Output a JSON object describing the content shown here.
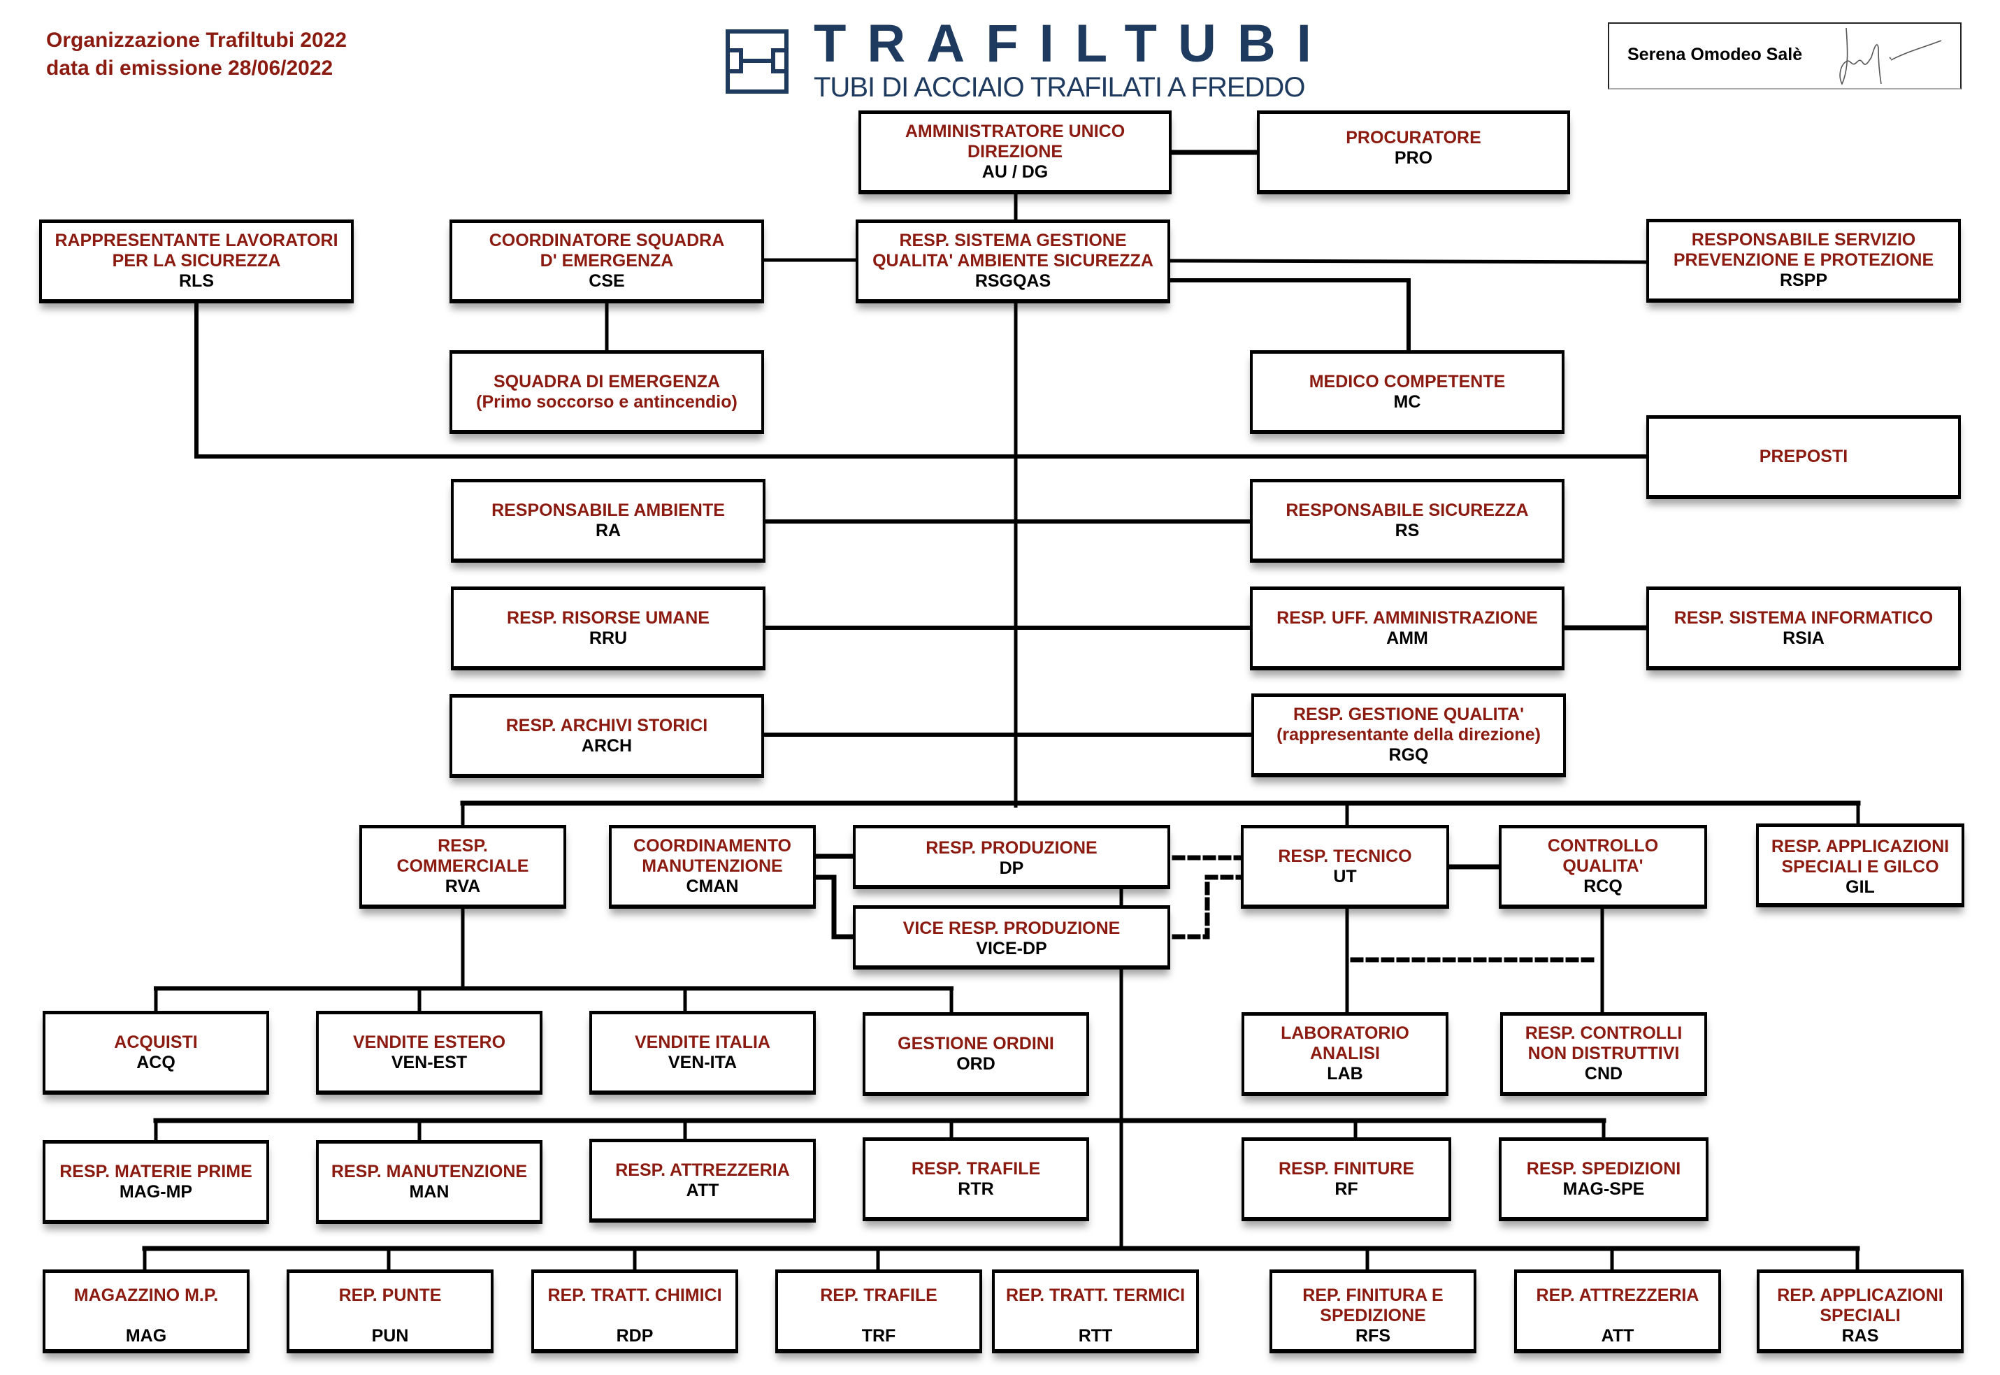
{
  "header": {
    "title_line1": "Organizzazione Trafiltubi 2022",
    "title_line2": "data di emissione 28/06/2022"
  },
  "logo": {
    "name": "TRAFILTUBI",
    "tagline": "TUBI DI ACCIAIO TRAFILATI A FREDDO",
    "brand_color": "#1f3a5f"
  },
  "signature": {
    "name": "Serena Omodeo Salè"
  },
  "colors": {
    "title_text": "#8b1a10",
    "code_text": "#000000",
    "lines": "#000000"
  },
  "nodes": {
    "au": {
      "title": "AMMINISTRATORE UNICO\nDIREZIONE",
      "code": "AU / DG"
    },
    "pro": {
      "title": "PROCURATORE",
      "code": "PRO"
    },
    "rls": {
      "title": "RAPPRESENTANTE LAVORATORI\nPER LA SICUREZZA",
      "code": "RLS"
    },
    "cse": {
      "title": "COORDINATORE SQUADRA\nD' EMERGENZA",
      "code": "CSE"
    },
    "rsgqas": {
      "title": "RESP. SISTEMA GESTIONE\nQUALITA' AMBIENTE SICUREZZA",
      "code": "RSGQAS"
    },
    "rspp": {
      "title": "RESPONSABILE SERVIZIO\nPREVENZIONE E PROTEZIONE",
      "code": "RSPP"
    },
    "squadra": {
      "title": "SQUADRA DI EMERGENZA\n(Primo soccorso e antincendio)",
      "code": ""
    },
    "mc": {
      "title": "MEDICO COMPETENTE",
      "code": "MC"
    },
    "preposti": {
      "title": "PREPOSTI",
      "code": ""
    },
    "ra": {
      "title": "RESPONSABILE AMBIENTE",
      "code": "RA"
    },
    "rs": {
      "title": "RESPONSABILE SICUREZZA",
      "code": "RS"
    },
    "rru": {
      "title": "RESP. RISORSE UMANE",
      "code": "RRU"
    },
    "amm": {
      "title": "RESP. UFF. AMMINISTRAZIONE",
      "code": "AMM"
    },
    "rsia": {
      "title": "RESP. SISTEMA INFORMATICO",
      "code": "RSIA"
    },
    "arch": {
      "title": "RESP. ARCHIVI STORICI",
      "code": "ARCH"
    },
    "rgq": {
      "title": "RESP. GESTIONE QUALITA'\n(rappresentante della direzione)",
      "code": "RGQ"
    },
    "rva": {
      "title": "RESP.\nCOMMERCIALE",
      "code": "RVA"
    },
    "cman": {
      "title": "COORDINAMENTO\nMANUTENZIONE",
      "code": "CMAN"
    },
    "dp": {
      "title": "RESP.  PRODUZIONE",
      "code": "DP"
    },
    "vicedp": {
      "title": "VICE RESP.  PRODUZIONE",
      "code": "VICE-DP"
    },
    "ut": {
      "title": "RESP. TECNICO",
      "code": "UT"
    },
    "rcq": {
      "title": "CONTROLLO\nQUALITA'",
      "code": "RCQ"
    },
    "gil": {
      "title": "RESP. APPLICAZIONI\nSPECIALI E GILCO",
      "code": "GIL"
    },
    "acq": {
      "title": "ACQUISTI",
      "code": "ACQ"
    },
    "venest": {
      "title": "VENDITE ESTERO",
      "code": "VEN-EST"
    },
    "venita": {
      "title": "VENDITE ITALIA",
      "code": "VEN-ITA"
    },
    "ord": {
      "title": "GESTIONE ORDINI",
      "code": "ORD"
    },
    "lab": {
      "title": "LABORATORIO\nANALISI",
      "code": "LAB"
    },
    "cnd": {
      "title": "RESP. CONTROLLI\nNON DISTRUTTIVI",
      "code": "CND"
    },
    "magmp": {
      "title": "RESP. MATERIE PRIME",
      "code": "MAG-MP"
    },
    "man": {
      "title": "RESP. MANUTENZIONE",
      "code": "MAN"
    },
    "att_resp": {
      "title": "RESP. ATTREZZERIA",
      "code": "ATT"
    },
    "rtr": {
      "title": "RESP. TRAFILE",
      "code": "RTR"
    },
    "rf": {
      "title": "RESP. FINITURE",
      "code": "RF"
    },
    "magspe": {
      "title": "RESP. SPEDIZIONI",
      "code": "MAG-SPE"
    },
    "mag": {
      "title": "MAGAZZINO M.P.",
      "code": "MAG"
    },
    "pun": {
      "title": "REP. PUNTE",
      "code": "PUN"
    },
    "rdp": {
      "title": "REP. TRATT. CHIMICI",
      "code": "RDP"
    },
    "trf": {
      "title": "REP. TRAFILE",
      "code": "TRF"
    },
    "rtt": {
      "title": "REP. TRATT. TERMICI",
      "code": "RTT"
    },
    "rfs": {
      "title": "REP. FINITURA E\nSPEDIZIONE",
      "code": "RFS"
    },
    "att_rep": {
      "title": "REP. ATTREZZERIA",
      "code": "ATT"
    },
    "ras": {
      "title": "REP. APPLICAZIONI\nSPECIALI",
      "code": "RAS"
    }
  }
}
